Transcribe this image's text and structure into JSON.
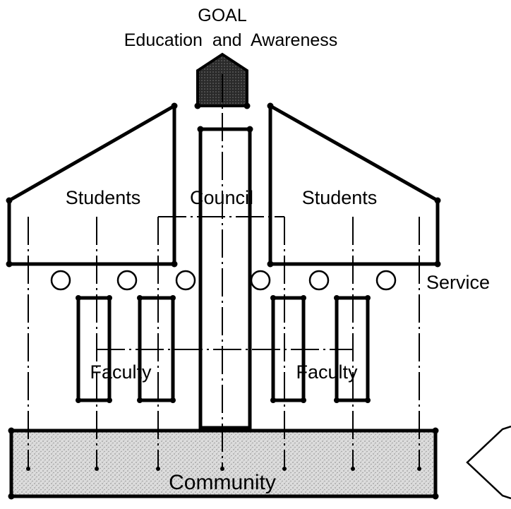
{
  "goal": {
    "heading": "GOAL",
    "subheading": "Education  and  Awareness"
  },
  "labels": {
    "students_left": "Students",
    "council": "Council",
    "students_right": "Students",
    "service": "Service",
    "faculty_left": "Faculty",
    "faculty_right": "Faculty",
    "community": "Community"
  },
  "colors": {
    "ink": "#000000",
    "roof_fill": "#3a3a3a",
    "foundation_fill": "#d2d2d2",
    "background": "#ffffff"
  }
}
